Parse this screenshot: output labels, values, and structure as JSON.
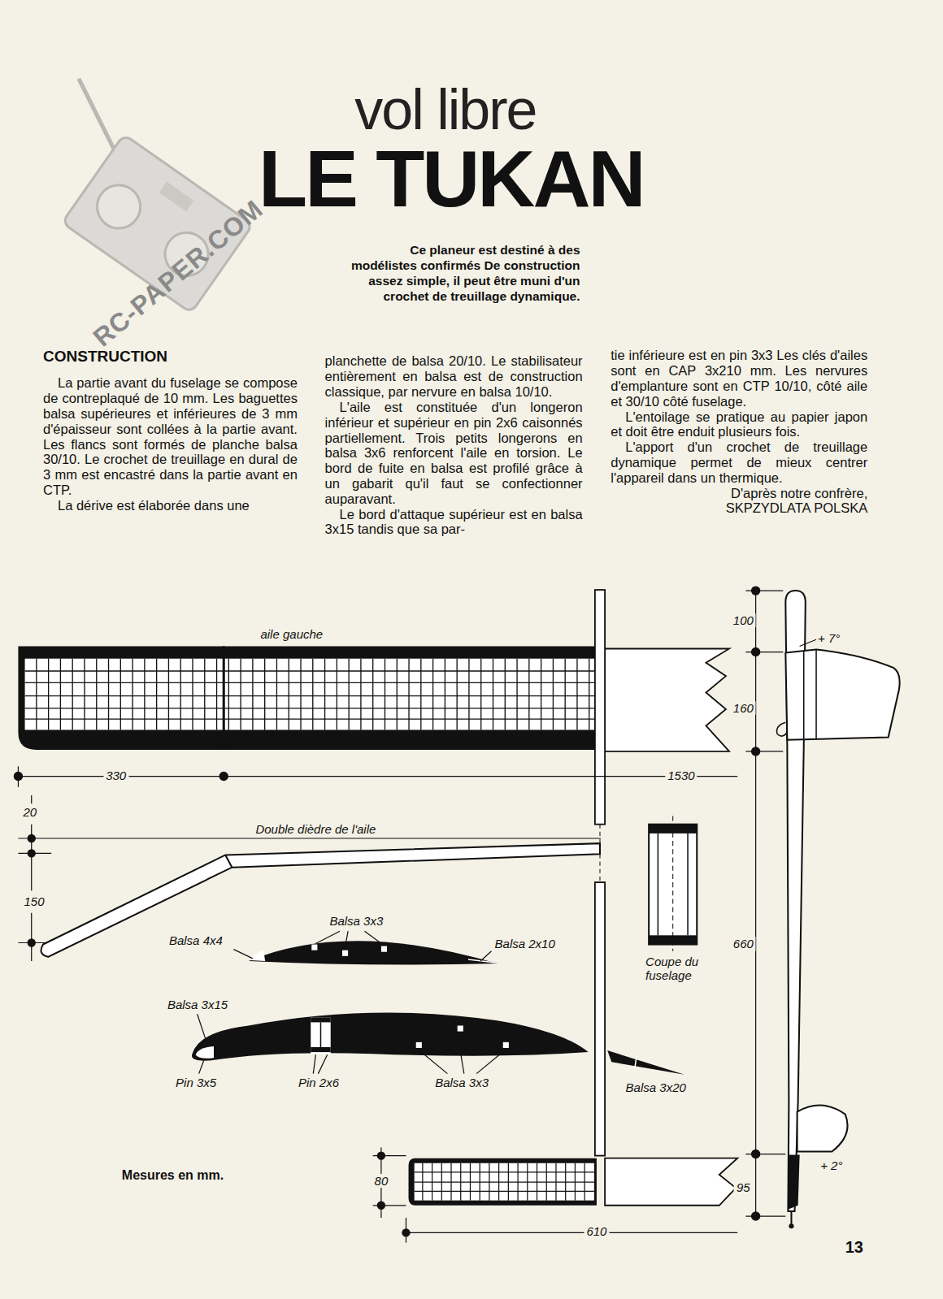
{
  "diagram": {
    "title": "LE TUKAN",
    "labels": [
      "vol libre",
      "Ce planeur est destiné à des modélistes confirmés De construction assez simple, il peut être muni d'un crochet de treuillage dynamique.",
      "CONSTRUCTION",
      "La partie avant du fuselage se compose de contreplaqué de 10 mm. Les baguettes balsa supérieures et inférieures de 3 mm d'épaisseur sont collées à la partie avant. Les flancs sont formés de planche balsa 30/10. Le crochet de treuillage en dural de 3 mm est encastré dans la partie avant en CTP.",
      "La dérive est élaborée dans une",
      "planchette de balsa 20/10. Le stabilisateur entièrement en balsa est de construction classique, par nervure en balsa 10/10.",
      "L'aile est constituée d'un longeron inférieur et supérieur en pin 2x6 caisonnés partiellement. Trois petits longerons en balsa 3x6 renforcent l'aile en torsion. Le bord de fuite en balsa est profilé grâce à un gabarit qu'il faut se confectionner auparavant.",
      "Le bord d'attaque supérieur est en balsa 3x15 tandis que sa par-",
      "tie inférieure est en pin 3x3 Les clés d'ailes sont en CAP 3x210 mm. Les nervures d'emplanture sont en CTP 10/10, côté aile et 30/10 côté fuselage.",
      "L'entoilage se pratique au papier japon et doit être enduit plusieurs fois.",
      "L'apport d'un crochet de treuillage dynamique permet de mieux centrer l'appareil dans un thermique.",
      "D'après notre confrère,",
      "SKPZYDLATA POLSKA",
      "aile gauche",
      "330",
      "1530",
      "20",
      "Double dièdre de l'aile",
      "150",
      "Balsa 3x3",
      "Balsa 4x4",
      "Balsa 2x10",
      "Balsa 3x15",
      "Pin 3x5",
      "Pin 2x6",
      "Balsa 3x3",
      "Balsa 3x20",
      "Coupe du fuselage",
      "100",
      "+ 7°",
      "160",
      "660",
      "+ 2°",
      "95",
      "80",
      "610",
      "Mesures en mm.",
      "13",
      "RC-PAPER.COM"
    ]
  }
}
